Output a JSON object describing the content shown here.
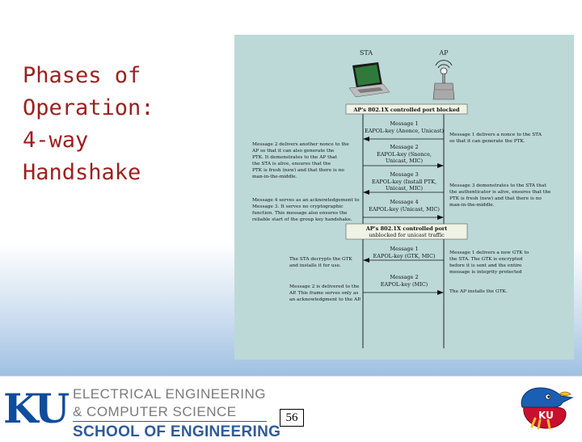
{
  "slide": {
    "title_lines": [
      "Phases of",
      "Operation:",
      "4-way",
      "Handshake"
    ],
    "page_number": "56"
  },
  "figure": {
    "background_color": "#bcd9d8",
    "entities": {
      "left": "STA",
      "right": "AP"
    },
    "bars": [
      "AP's 802.1X controlled port blocked",
      "AP's 802.1X controlled port",
      "unblocked for unicast traffic"
    ],
    "messages": [
      {
        "lines": [
          "Message 1",
          "EAPOL-key (Anonce, Unicast)"
        ]
      },
      {
        "lines": [
          "Message 2",
          "EAPOL-key (Snonce,",
          "Unicast, MIC)"
        ]
      },
      {
        "lines": [
          "Message 3",
          "EAPOL-key (Install PTK,",
          "Unicast, MIC)"
        ]
      },
      {
        "lines": [
          "Message 4",
          "EAPOL-key (Unicast, MIC)"
        ]
      },
      {
        "lines": [
          "Message 1",
          "EAPOL-key (GTK, MIC)"
        ]
      },
      {
        "lines": [
          "Message 2",
          "EAPOL-key (MIC)"
        ]
      }
    ],
    "left_notes": [
      [
        "Message 2 delivers another nonce to the",
        "AP so that it can also generate the",
        "PTK. It demonstrates to the AP that",
        "the STA is alive, ensures that the",
        "PTK is fresh (new) and that there is no",
        "man-in-the-middle."
      ],
      [
        "Message 4 serves as an acknowledgement to",
        "Message 3. It serves no cryptographic",
        "function. This message also ensures the",
        "reliable start of the group key handshake."
      ],
      [
        "The STA decrypts the GTK",
        "and installs it for use."
      ],
      [
        "Message 2 is delivered to the",
        "AP. This frame serves only as",
        "an acknowledgment to the AP."
      ]
    ],
    "right_notes": [
      [
        "Message 1 delivers a nonce to the STA",
        "so that it can generate the PTK."
      ],
      [
        "Message 3 demonstrates to the STA that",
        "the authenticator is alive, ensures that the",
        "PTK is fresh (new) and that there is no",
        "man-in-the-middle."
      ],
      [
        "Message 1 delivers a new GTK to",
        "the STA. The GTK is encrypted",
        "before it is sent and the entire",
        "message is integrity protected"
      ],
      [
        "The AP installs the GTK."
      ]
    ]
  },
  "footer": {
    "logo_text": "KU",
    "dept_line1": "ELECTRICAL ENGINEERING",
    "dept_line2": "& COMPUTER SCIENCE",
    "dept_line3": "SCHOOL OF ENGINEERING",
    "mascot_text": "KU"
  },
  "colors": {
    "title": "#9c1f1f",
    "ku_blue": "#0e4c9c",
    "school_blue": "#2e5b9a",
    "dept_gray": "#7a7a7a",
    "bar_fill": "#eef3e6"
  }
}
